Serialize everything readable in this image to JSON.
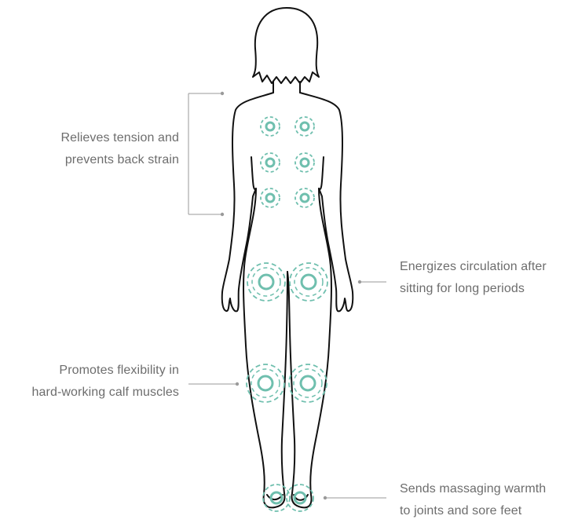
{
  "colors": {
    "accent": "#6fbfae",
    "outline": "#111111",
    "connector": "#9a9a9a",
    "text": "#6d6d6d"
  },
  "callouts": [
    {
      "id": "back",
      "lines": [
        "Relieves tension and",
        "prevents back strain"
      ]
    },
    {
      "id": "hips",
      "lines": [
        "Energizes circulation after",
        "sitting for long periods"
      ]
    },
    {
      "id": "calves",
      "lines": [
        "Promotes flexibility in",
        "hard-working calf muscles"
      ]
    },
    {
      "id": "feet",
      "lines": [
        "Sends massaging warmth",
        "to joints and sore feet"
      ]
    }
  ]
}
